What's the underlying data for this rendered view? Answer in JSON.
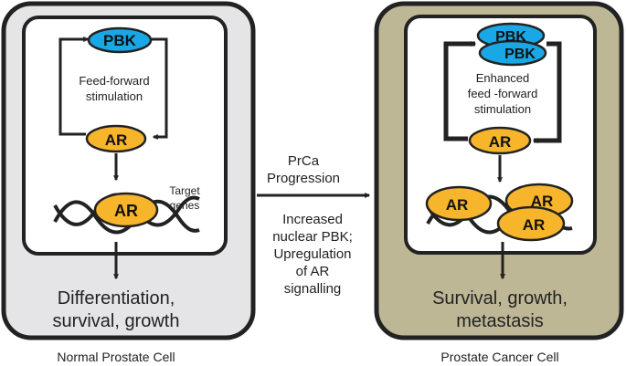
{
  "colors": {
    "normal_cell_fill": "#e5e5e7",
    "cancer_cell_fill": "#bdb796",
    "nucleus_fill": "#ffffff",
    "pbk_fill": "#1aa7e6",
    "ar_fill": "#f7b52b",
    "outline": "#222222"
  },
  "left_panel": {
    "pbk_label": "PBK",
    "feedforward_line1": "Feed-forward",
    "feedforward_line2": "stimulation",
    "ar_top_label": "AR",
    "ar_dna_label": "AR",
    "target_line1": "Target",
    "target_line2": "genes",
    "outcome_line1": "Differentiation,",
    "outcome_line2": "survival, growth",
    "caption": "Normal Prostate Cell"
  },
  "middle": {
    "progression_line1": "PrCa",
    "progression_line2": "Progression",
    "effect_lines": [
      "Increased",
      "nuclear PBK;",
      "Upregulation",
      "of AR",
      "signalling"
    ]
  },
  "right_panel": {
    "pbk_label_1": "PBK",
    "pbk_label_2": "PBK",
    "feedforward_line1": "Enhanced",
    "feedforward_line2": "feed -forward",
    "feedforward_line3": "stimulation",
    "ar_top_label": "AR",
    "ar_dna_label_1": "AR",
    "ar_dna_label_2": "AR",
    "ar_dna_label_3": "AR",
    "outcome_line1": "Survival, growth,",
    "outcome_line2": "metastasis",
    "caption": "Prostate Cancer Cell"
  }
}
